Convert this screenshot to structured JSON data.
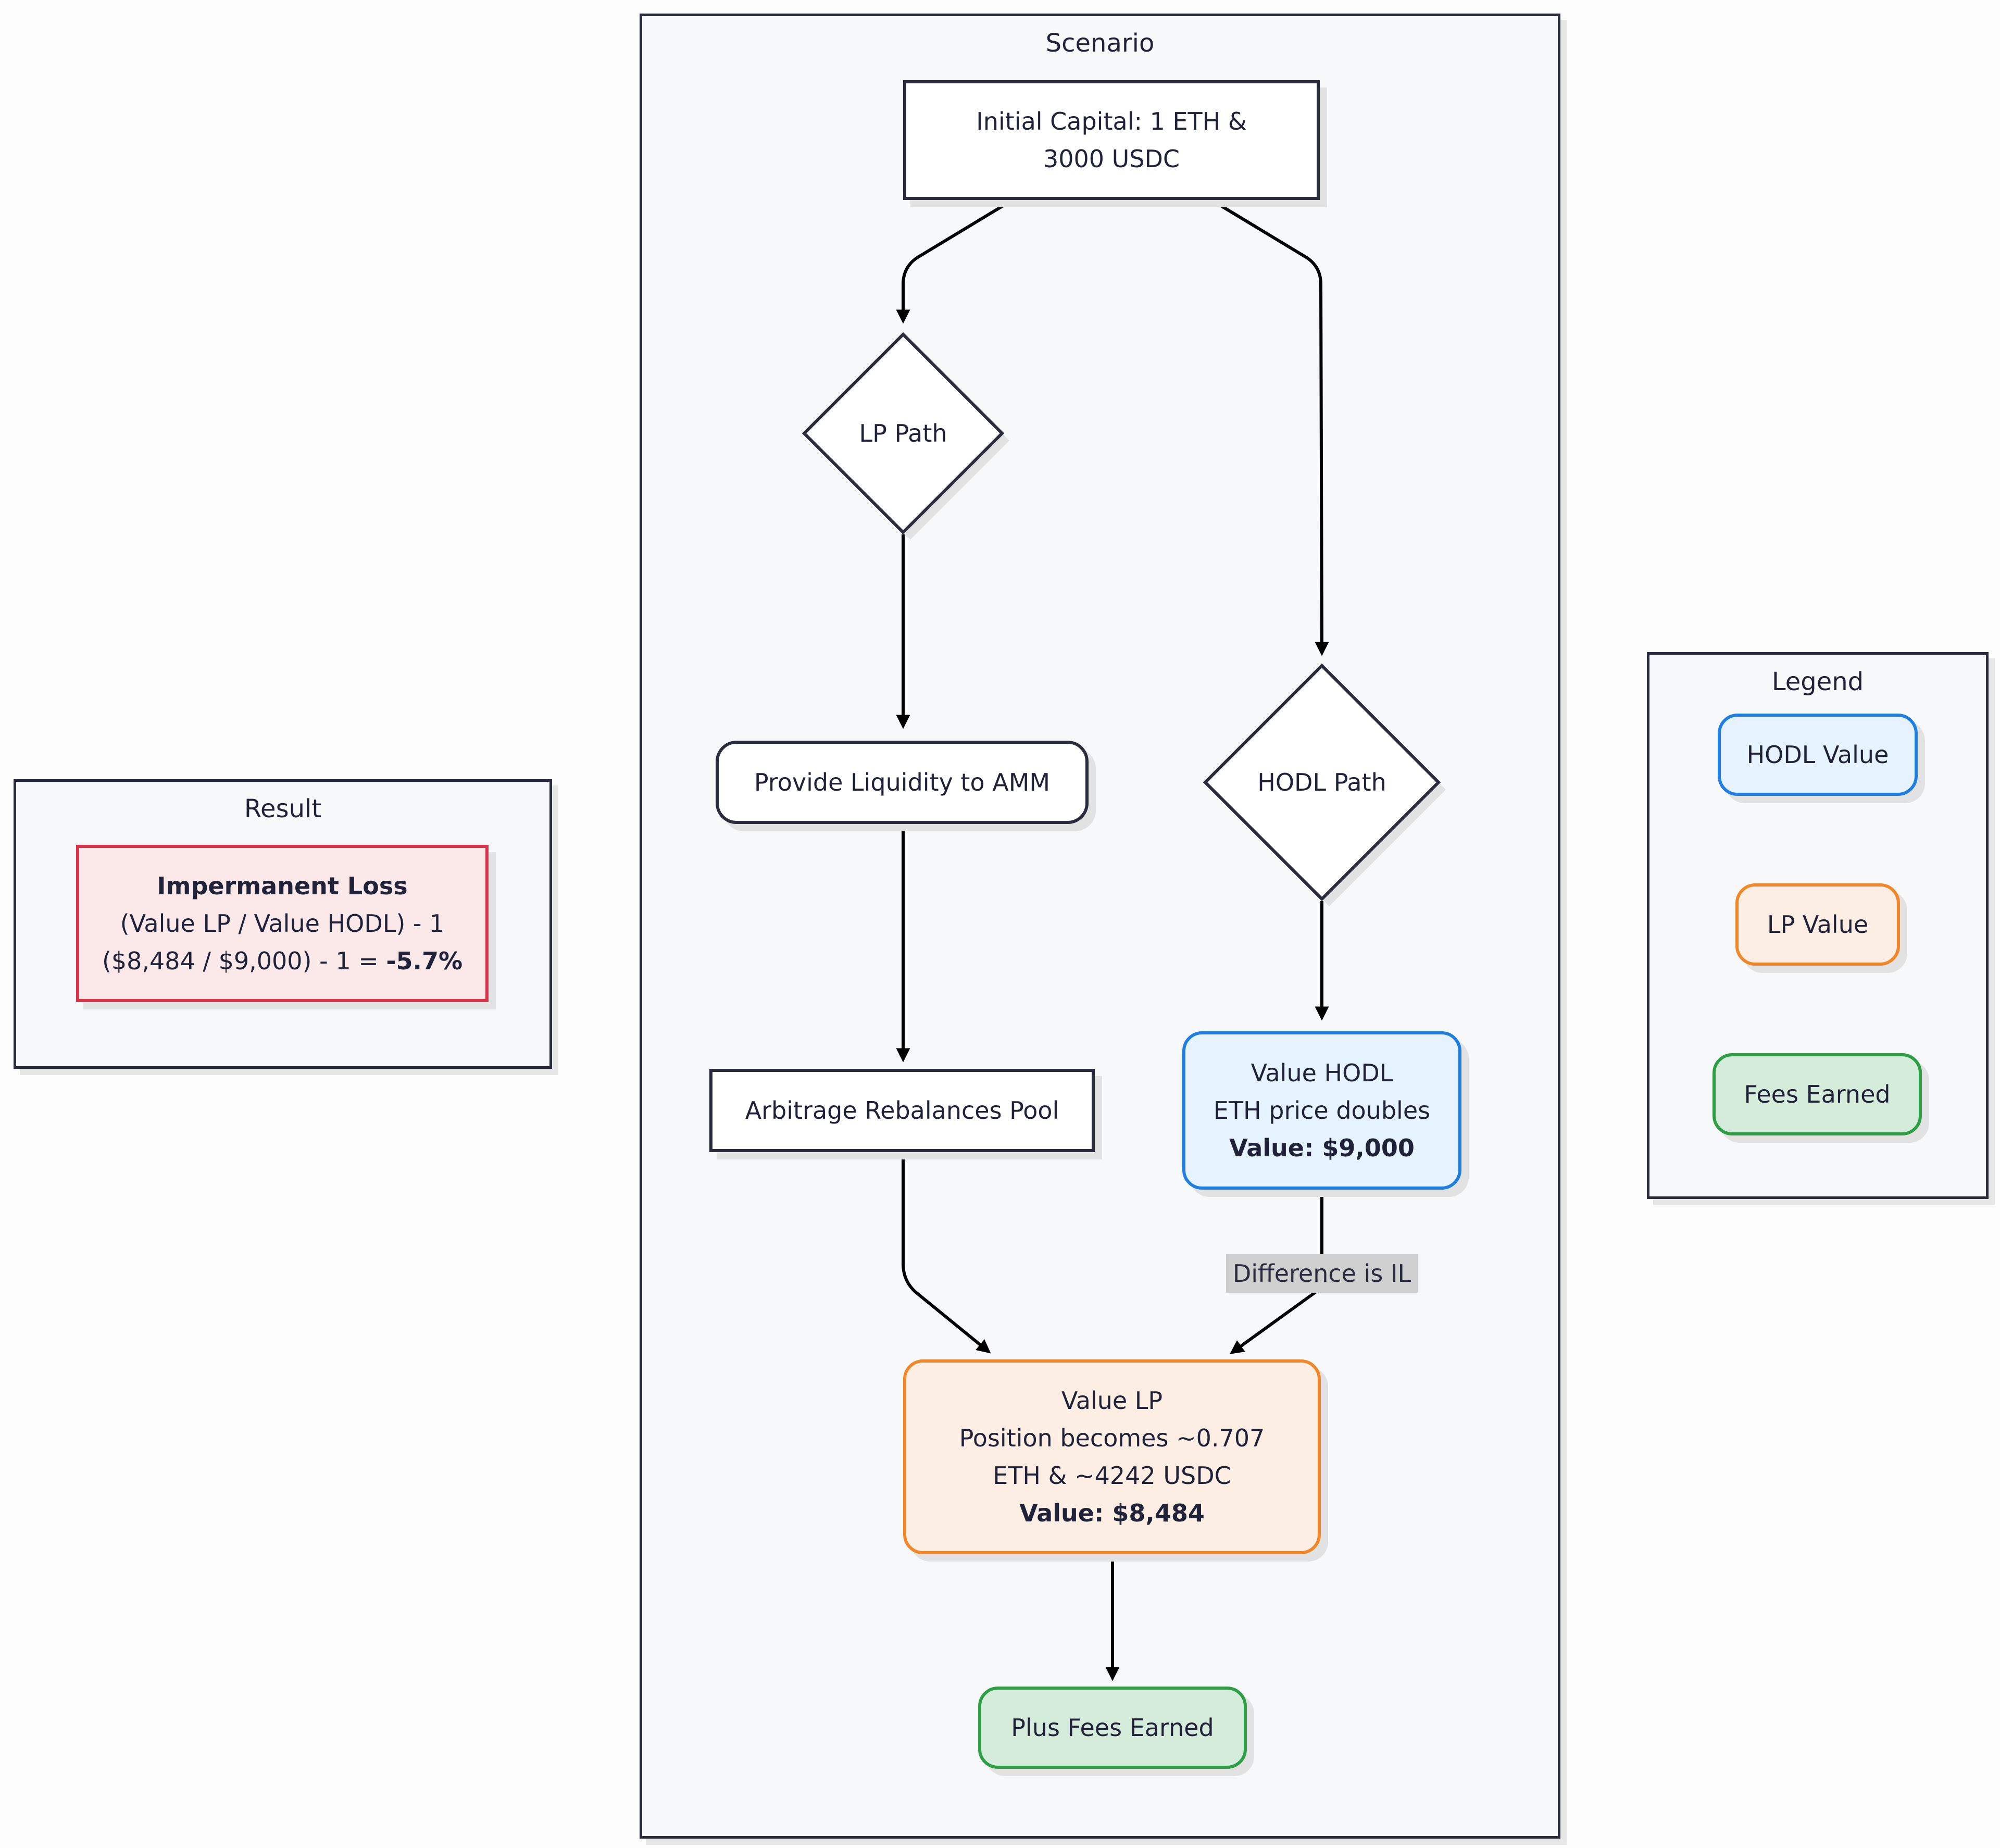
{
  "clusters": {
    "scenario": "Scenario",
    "result": "Result",
    "legend": "Legend"
  },
  "nodes": {
    "initial_capital": {
      "line1": "Initial Capital: 1 ETH &",
      "line2": "3000 USDC"
    },
    "lp_path": "LP Path",
    "hodl_path": "HODL Path",
    "provide_liquidity": "Provide Liquidity to AMM",
    "arbitrage": "Arbitrage Rebalances Pool",
    "value_hodl": {
      "line1": "Value HODL",
      "line2": "ETH price doubles",
      "line3": "Value: $9,000"
    },
    "value_lp": {
      "line1": "Value LP",
      "line2": "Position becomes ~0.707",
      "line3": "ETH & ~4242 USDC",
      "line4": "Value: $8,484"
    },
    "fees": "Plus Fees Earned"
  },
  "edge_labels": {
    "difference": "Difference is IL"
  },
  "result": {
    "title": "Impermanent Loss",
    "formula": "(Value LP / Value HODL) - 1",
    "calc_prefix": "($8,484 / $9,000) - 1 = ",
    "calc_value": "-5.7%"
  },
  "legend": {
    "hodl": "HODL Value",
    "lp": "LP Value",
    "fees": "Fees Earned"
  },
  "colors": {
    "hodl_fill": "#e6f2fd",
    "hodl_stroke": "#1e7fe0",
    "lp_fill": "#fdeee3",
    "lp_stroke": "#f0882a",
    "fees_fill": "#d5ecdb",
    "fees_stroke": "#2e9e45",
    "il_fill": "#fbe8e8",
    "il_stroke": "#d9344a",
    "edge": "#000000"
  }
}
